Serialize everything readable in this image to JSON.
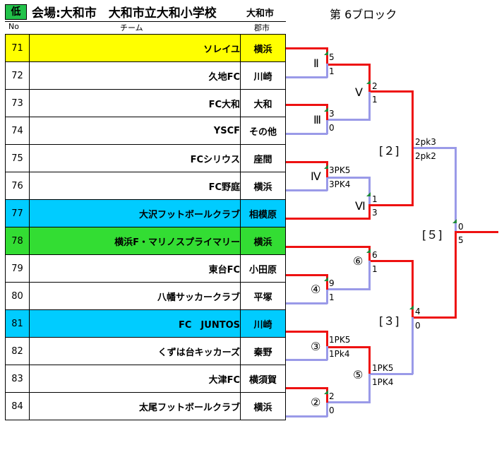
{
  "header": {
    "badge": "低",
    "venue": "会場:大和市　大和市立大和小学校",
    "city": "大和市",
    "block": "第 6ブロック",
    "col_no": "No",
    "col_team": "チーム",
    "col_city": "郡市"
  },
  "teams": [
    {
      "no": "71",
      "name": "ソレイユ",
      "city": "横浜",
      "bg": "#ffff00"
    },
    {
      "no": "72",
      "name": "久地FC",
      "city": "川崎",
      "bg": "#ffffff"
    },
    {
      "no": "73",
      "name": "FC大和",
      "city": "大和",
      "bg": "#ffffff"
    },
    {
      "no": "74",
      "name": "YSCF",
      "city": "その他",
      "bg": "#ffffff"
    },
    {
      "no": "75",
      "name": "FCシリウス",
      "city": "座間",
      "bg": "#ffffff"
    },
    {
      "no": "76",
      "name": "FC野庭",
      "city": "横浜",
      "bg": "#ffffff"
    },
    {
      "no": "77",
      "name": "大沢フットボールクラブ",
      "city": "相模原",
      "bg": "#00ccff"
    },
    {
      "no": "78",
      "name": "横浜F・マリノスプライマリー",
      "city": "横浜",
      "bg": "#33dd33"
    },
    {
      "no": "79",
      "name": "東台FC",
      "city": "小田原",
      "bg": "#ffffff"
    },
    {
      "no": "80",
      "name": "八幡サッカークラブ",
      "city": "平塚",
      "bg": "#ffffff"
    },
    {
      "no": "81",
      "name": "FC　JUNTOS",
      "city": "川崎",
      "bg": "#00ccff"
    },
    {
      "no": "82",
      "name": "くずは台キッカーズ",
      "city": "秦野",
      "bg": "#ffffff"
    },
    {
      "no": "83",
      "name": "大津FC",
      "city": "横須賀",
      "bg": "#ffffff"
    },
    {
      "no": "84",
      "name": "太尾フットボールクラブ",
      "city": "横浜",
      "bg": "#ffffff"
    }
  ],
  "rounds": {
    "r1": "Ⅱ",
    "r2": "Ⅲ",
    "r3": "Ⅳ",
    "r4": "Ⅵ",
    "r5": "Ⅴ",
    "r6": "⑥",
    "r7": "④",
    "r8": "③",
    "r9": "⑤",
    "r10": "②",
    "r11": "[２]",
    "r12": "[３]",
    "r13": "[５]"
  },
  "scores": {
    "m1_top": "5",
    "m1_bot": "1",
    "m2_top": "3",
    "m2_bot": "0",
    "m3_top": "3PK5",
    "m3_bot": "3PK4",
    "m4_top": "1",
    "m4_bot": "3",
    "m5_top": "2",
    "m5_bot": "1",
    "m6_top": "6",
    "m6_bot": "1",
    "m7_top": "9",
    "m7_bot": "1",
    "m8_top": "1PK5",
    "m8_bot": "1Pk4",
    "m9_top": "1PK5",
    "m9_bot": "1PK4",
    "m10_top": "2",
    "m10_bot": "0",
    "m11_top": "2pk3",
    "m11_bot": "2pk2",
    "m12_top": "4",
    "m12_bot": "0",
    "m13_top": "0",
    "m13_bot": "5"
  },
  "colors": {
    "win": "#ee1111",
    "lose": "#9a9ae8",
    "marker": "#1e8a3a"
  }
}
